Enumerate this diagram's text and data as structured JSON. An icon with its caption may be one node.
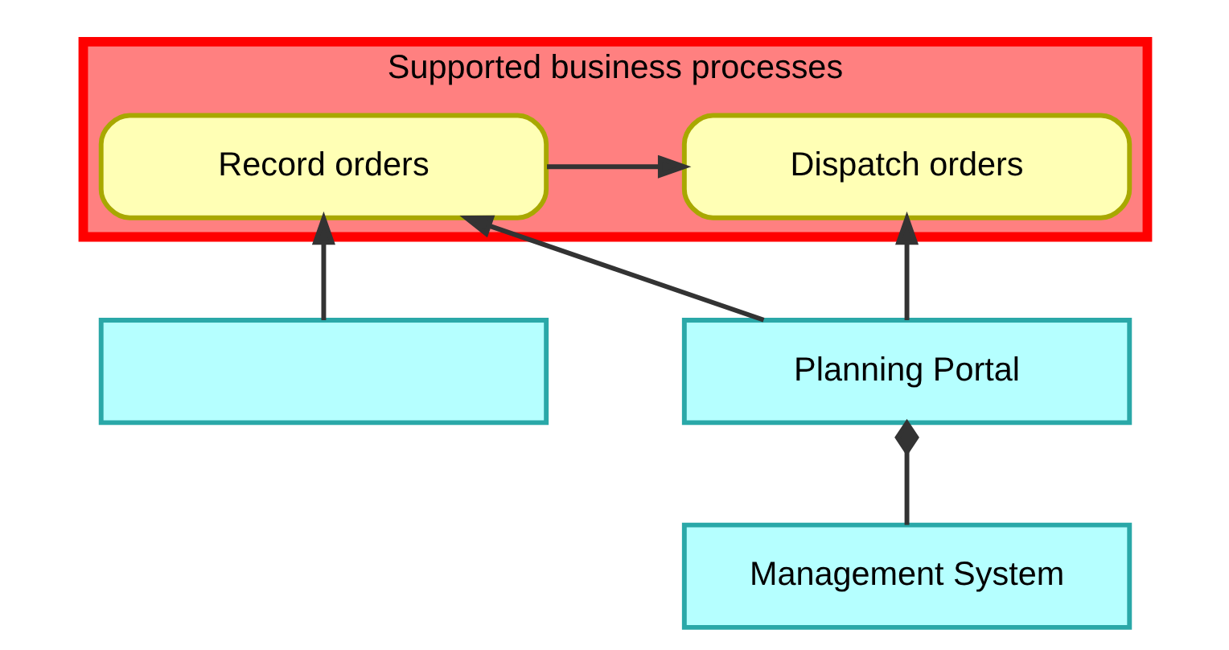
{
  "diagram": {
    "nodes": [
      {
        "text": [
          "Supported business processes"
        ]
      },
      {
        "text": [
          "Record orders"
        ],
        "in": 0
      },
      {
        "text": [
          "Dispatch orders"
        ],
        "in": 0
      },
      {
        "text": [],
        "shape": "box"
      },
      {
        "text": [
          "Planning Portal"
        ]
      },
      {
        "text": [
          "Management System"
        ]
      }
    ],
    "edges": [
      {
        "from": 1,
        "to": 2,
        "arrow": "to"
      },
      {
        "from": 3,
        "to": 1,
        "arrow": "to"
      },
      {
        "from": 4,
        "to": 1,
        "arrow": "to"
      },
      {
        "from": 4,
        "to": 2,
        "arrow": "to"
      },
      {
        "from": 4,
        "to": 5,
        "arrow": "other"
      }
    ]
  }
}
